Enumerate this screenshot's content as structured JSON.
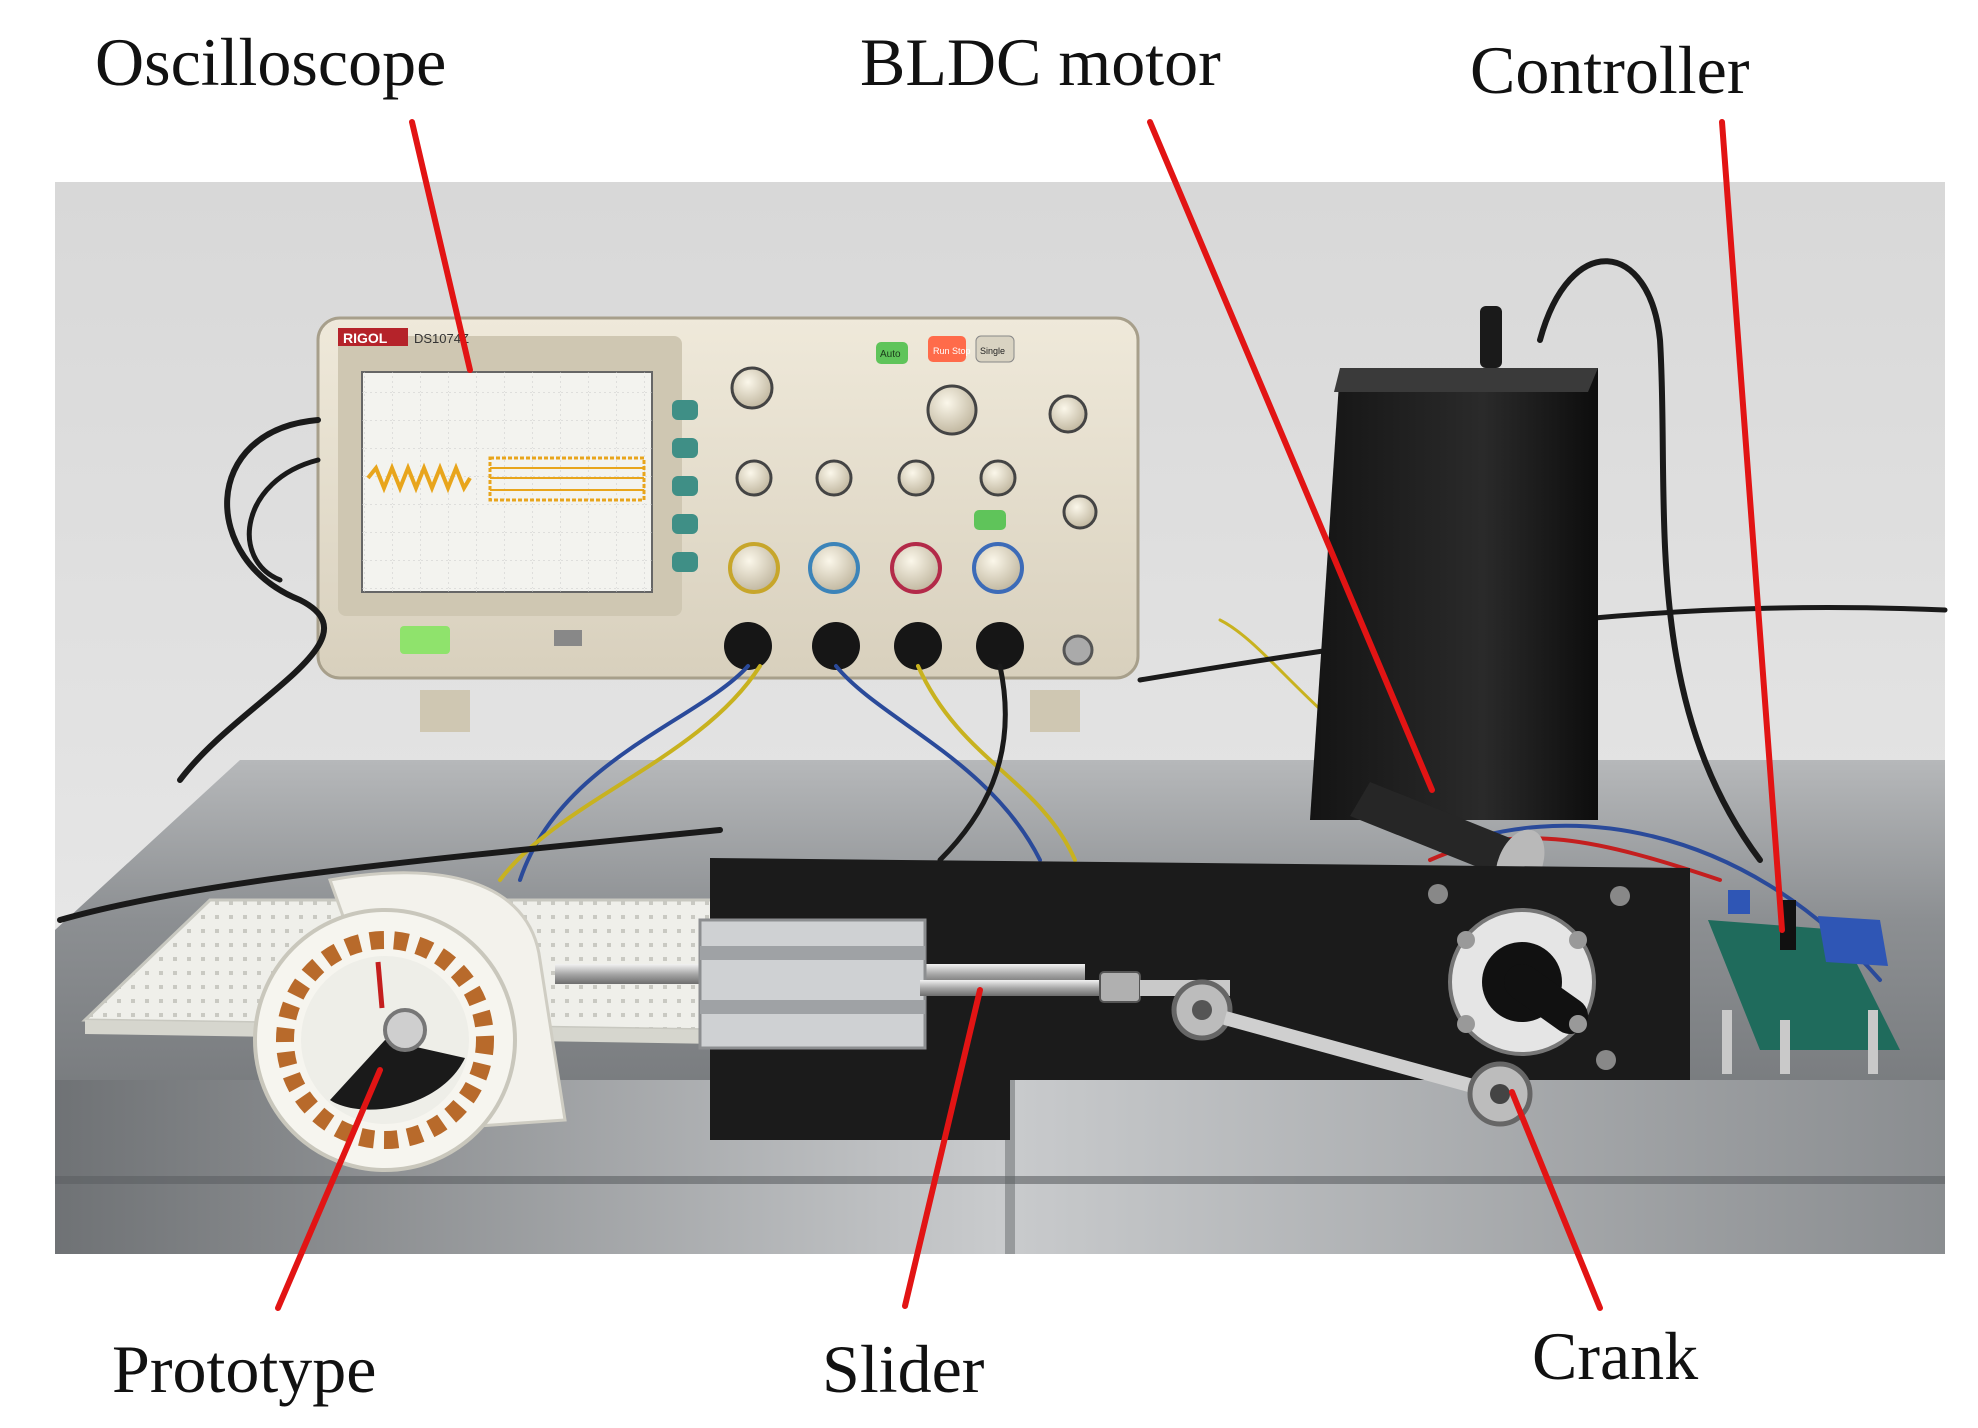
{
  "labels": {
    "oscilloscope": "Oscilloscope",
    "bldc_motor": "BLDC motor",
    "controller": "Controller",
    "prototype": "Prototype",
    "slider": "Slider",
    "crank": "Crank"
  },
  "device": {
    "brand": "RIGOL",
    "model": "DS1074Z",
    "run_button": "Run Stop",
    "single_button": "Single",
    "auto_button": "Auto"
  },
  "colors": {
    "callout_line": "#e21414",
    "waveform": "#e8a51c",
    "background_wall": "#e3e3e3",
    "bench": "#9fa1a3"
  }
}
